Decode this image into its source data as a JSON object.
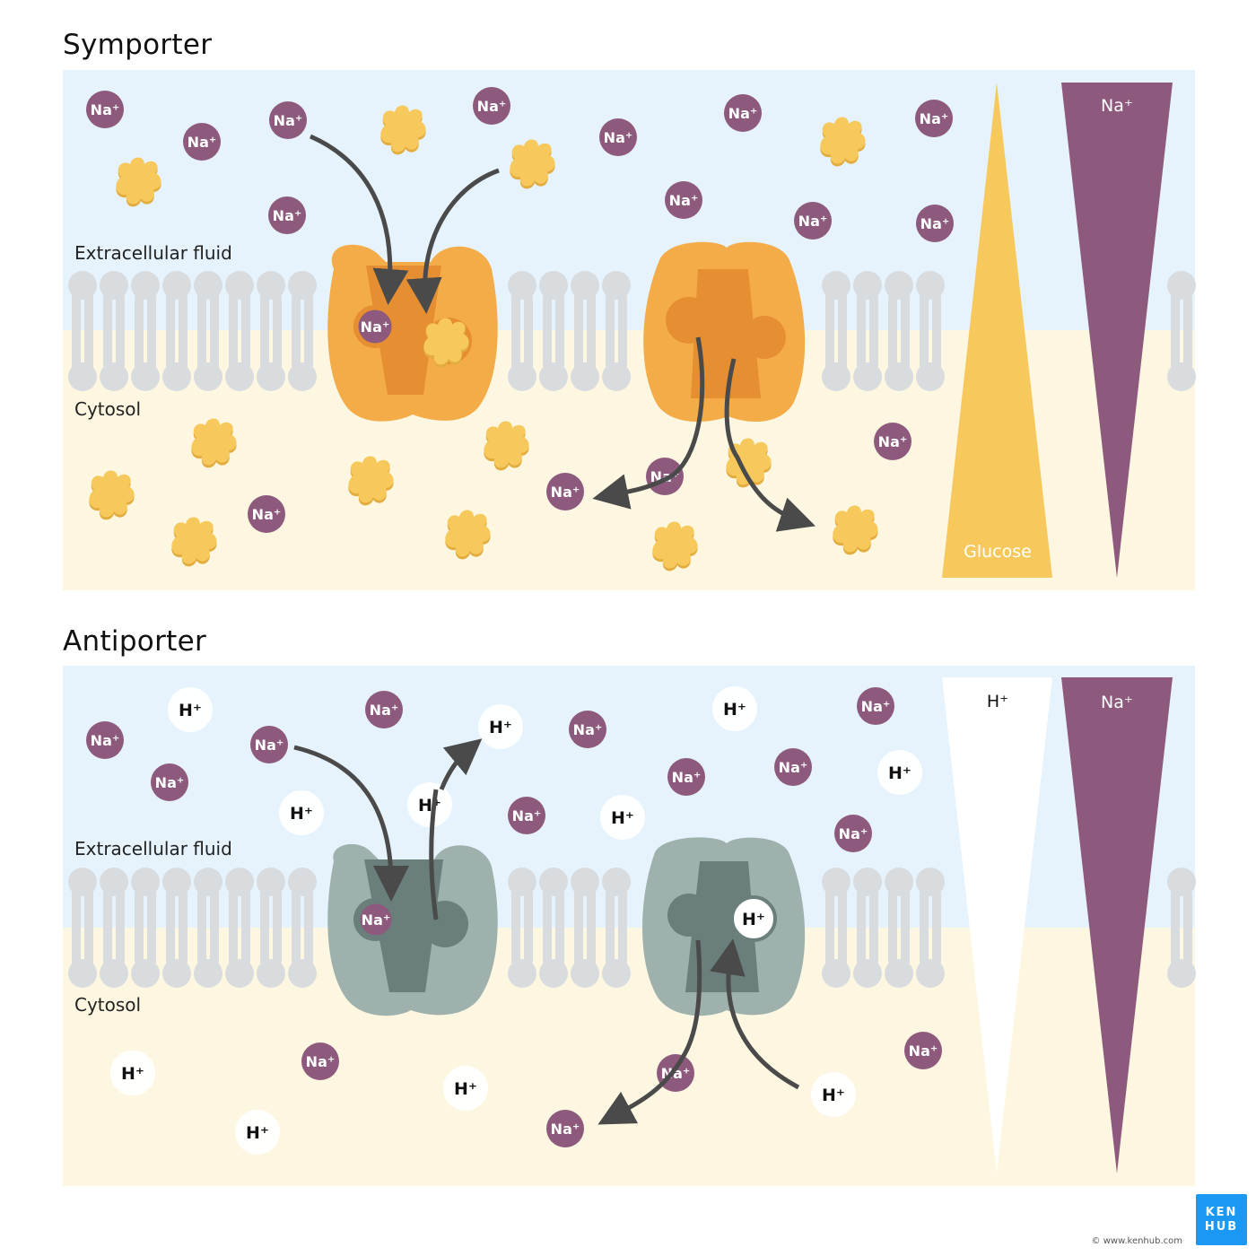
{
  "panels": {
    "symporter": {
      "title": "Symporter",
      "extracellular_label": "Extracellular fluid",
      "cytosol_label": "Cytosol",
      "gradient_left_label": "Glucose",
      "gradient_right_label": "Na⁺",
      "ion_label": "Na⁺",
      "na_ions_ecf": [
        [
          117,
          122
        ],
        [
          225,
          158
        ],
        [
          321,
          134
        ],
        [
          320,
          240
        ],
        [
          548,
          118
        ],
        [
          689,
          153
        ],
        [
          828,
          126
        ],
        [
          762,
          223
        ],
        [
          906,
          246
        ],
        [
          1041,
          132
        ],
        [
          1042,
          249
        ]
      ],
      "na_ions_cyt": [
        [
          297,
          573
        ],
        [
          995,
          492
        ],
        [
          630,
          548
        ],
        [
          741,
          531
        ]
      ],
      "glucose_ecf": [
        [
          153,
          203
        ],
        [
          448,
          145
        ],
        [
          592,
          183
        ],
        [
          938,
          158
        ]
      ],
      "glucose_cyt": [
        [
          237,
          494
        ],
        [
          123,
          552
        ],
        [
          215,
          604
        ],
        [
          412,
          536
        ],
        [
          563,
          497
        ],
        [
          520,
          596
        ],
        [
          833,
          516
        ],
        [
          751,
          609
        ],
        [
          952,
          591
        ]
      ]
    },
    "antiporter": {
      "title": "Antiporter",
      "extracellular_label": "Extracellular fluid",
      "cytosol_label": "Cytosol",
      "gradient_left_label": "H⁺",
      "gradient_right_label": "Na⁺",
      "na_label": "Na⁺",
      "h_label": "H⁺",
      "na_ions_ecf": [
        [
          117,
          825
        ],
        [
          189,
          872
        ],
        [
          300,
          830
        ],
        [
          428,
          791
        ],
        [
          655,
          813
        ],
        [
          765,
          866
        ],
        [
          587,
          909
        ],
        [
          884,
          855
        ],
        [
          976,
          787
        ],
        [
          951,
          929
        ]
      ],
      "h_ions_ecf": [
        [
          212,
          791
        ],
        [
          336,
          906
        ],
        [
          479,
          897
        ],
        [
          558,
          810
        ],
        [
          694,
          911
        ],
        [
          819,
          790
        ],
        [
          1003,
          861
        ]
      ],
      "na_ions_cyt": [
        [
          357,
          1183
        ],
        [
          1029,
          1171
        ],
        [
          753,
          1196
        ],
        [
          630,
          1258
        ]
      ],
      "h_ions_cyt": [
        [
          148,
          1196
        ],
        [
          519,
          1213
        ],
        [
          287,
          1262
        ],
        [
          929,
          1220
        ]
      ]
    }
  },
  "colors": {
    "ecf": "#e6f3fd",
    "cytosol": "#fdf7e1",
    "lipid": "#d9dcdf",
    "na": "#8d5a7d",
    "glucose": "#f7c95c",
    "glucose_shadow": "#e2ad3e",
    "symporter_light": "#f4ac48",
    "symporter_dark": "#e58e32",
    "antiporter_light": "#9fb1ad",
    "antiporter_dark": "#6a7f7b",
    "arrow": "#4a4a4a",
    "h_ion": "#ffffff",
    "logo": "#1a98f3"
  },
  "footer": {
    "url": "© www.kenhub.com",
    "logo_line1": "KEN",
    "logo_line2": "HUB"
  }
}
